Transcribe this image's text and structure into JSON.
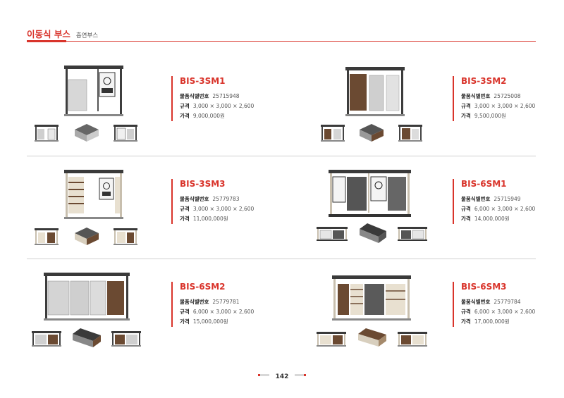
{
  "header": {
    "title": "이동식 부스",
    "subtitle": "흡연부스"
  },
  "labels": {
    "item_no": "물품식별번호",
    "spec": "규격",
    "price": "가격"
  },
  "products": [
    {
      "code": "BIS-3SM1",
      "item_no": "25715948",
      "spec": "3,000 × 3,000 × 2,600",
      "price": "9,000,000원"
    },
    {
      "code": "BIS-3SM2",
      "item_no": "25725008",
      "spec": "3,000 × 3,000 × 2,600",
      "price": "9,500,000원"
    },
    {
      "code": "BIS-3SM3",
      "item_no": "25779783",
      "spec": "3,000 × 3,000 × 2,600",
      "price": "11,000,000원"
    },
    {
      "code": "BIS-6SM1",
      "item_no": "25715949",
      "spec": "6,000 × 3,000 × 2,600",
      "price": "14,000,000원"
    },
    {
      "code": "BIS-6SM2",
      "item_no": "25779781",
      "spec": "6,000 × 3,000 × 2,600",
      "price": "15,000,000원"
    },
    {
      "code": "BIS-6SM3",
      "item_no": "25779784",
      "spec": "6,000 × 3,000 × 2,600",
      "price": "17,000,000원"
    }
  ],
  "page_number": "142",
  "colors": {
    "accent": "#d9342b"
  }
}
